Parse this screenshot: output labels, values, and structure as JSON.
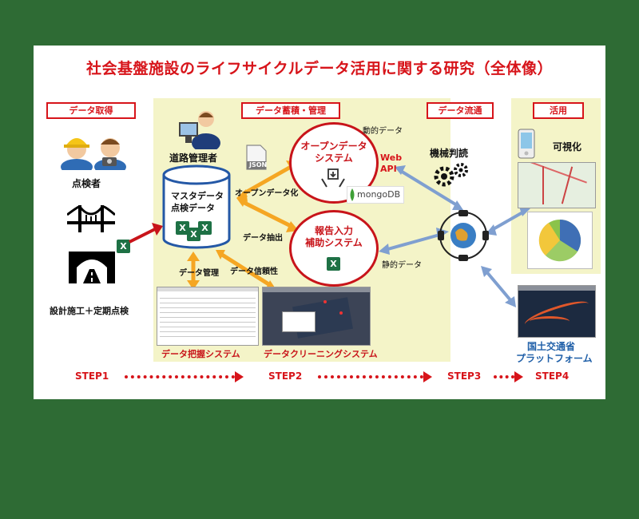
{
  "title": "社会基盤施設のライフサイクルデータ活用に関する研究（全体像）",
  "sections": {
    "acquire": "データ取得",
    "store": "データ蓄積・管理",
    "flow": "データ流通",
    "use": "活用"
  },
  "acquire": {
    "inspector": "点検者",
    "design": "設計施工＋定期点検"
  },
  "store": {
    "manager": "道路管理者",
    "db_line1": "マスタデータ",
    "db_line2": "点検データ",
    "open_data": "オープンデータ化",
    "extract": "データ抽出",
    "data_mgmt": "データ管理",
    "reliability": "データ信頼性",
    "open_sys_1": "オープンデータ",
    "open_sys_2": "システム",
    "report_sys_1": "報告入力",
    "report_sys_2": "補助システム",
    "json": "JSON",
    "mongodb": "mongoDB",
    "grasp_sys": "データ把握システム",
    "cleaning_sys": "データクリーニングシステム"
  },
  "flow": {
    "dynamic": "動的データ",
    "web_api_1": "Web",
    "web_api_2": "API",
    "static": "静的データ",
    "machine": "機械判読"
  },
  "use": {
    "visualize": "可視化",
    "platform_1": "国土交通省",
    "platform_2": "プラットフォーム"
  },
  "steps": [
    "STEP1",
    "STEP2",
    "STEP3",
    "STEP4"
  ],
  "colors": {
    "background": "#2e6b34",
    "accent_red": "#d7141a",
    "panel_yellow": "#f4f4c8",
    "arrow_orange": "#f5a623",
    "arrow_blue": "#7f9fd0",
    "excel_green": "#1e7145"
  },
  "icons": [
    "worker-helmet-icon",
    "worker-camera-icon",
    "bridge-icon",
    "tunnel-icon",
    "excel-icon",
    "manager-computer-icon",
    "database-cylinder-icon",
    "json-file-icon",
    "hands-download-icon",
    "mongodb-leaf-icon",
    "gears-icon",
    "globe-network-icon",
    "phone-icon"
  ]
}
